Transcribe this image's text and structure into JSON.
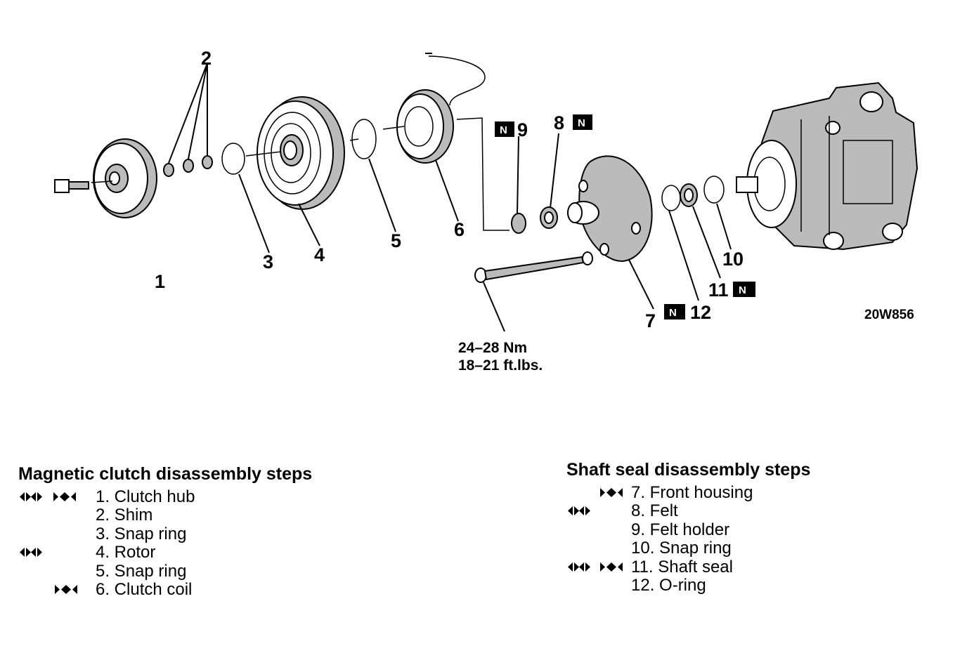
{
  "diagram": {
    "callouts": [
      "1",
      "2",
      "3",
      "4",
      "5",
      "6",
      "7",
      "8",
      "9",
      "10",
      "11",
      "12"
    ],
    "n_badge": "N",
    "torque_nm": "24–28 Nm",
    "torque_ftlbs": "18–21 ft.lbs.",
    "figure_code": "20W856"
  },
  "magnetic_clutch": {
    "heading": "Magnetic clutch disassembly steps",
    "steps": [
      {
        "label": "1. Clutch hub",
        "marks": [
          "diamond-left-right",
          "diamond-right-left"
        ]
      },
      {
        "label": "2. Shim",
        "marks": []
      },
      {
        "label": "3. Snap ring",
        "marks": []
      },
      {
        "label": "4. Rotor",
        "marks": [
          "diamond-left-right"
        ]
      },
      {
        "label": "5. Snap ring",
        "marks": []
      },
      {
        "label": "6. Clutch coil",
        "marks": [
          "diamond-right-left-indented"
        ]
      }
    ]
  },
  "shaft_seal": {
    "heading": "Shaft seal disassembly steps",
    "steps": [
      {
        "label": "7. Front housing",
        "marks": [
          "diamond-right-left-indented"
        ]
      },
      {
        "label": "8. Felt",
        "marks": [
          "diamond-left-right"
        ]
      },
      {
        "label": "9. Felt holder",
        "marks": []
      },
      {
        "label": "10. Snap ring",
        "marks": []
      },
      {
        "label": "11. Shaft seal",
        "marks": [
          "diamond-left-right",
          "diamond-right-left"
        ]
      },
      {
        "label": "12. O-ring",
        "marks": []
      }
    ]
  }
}
